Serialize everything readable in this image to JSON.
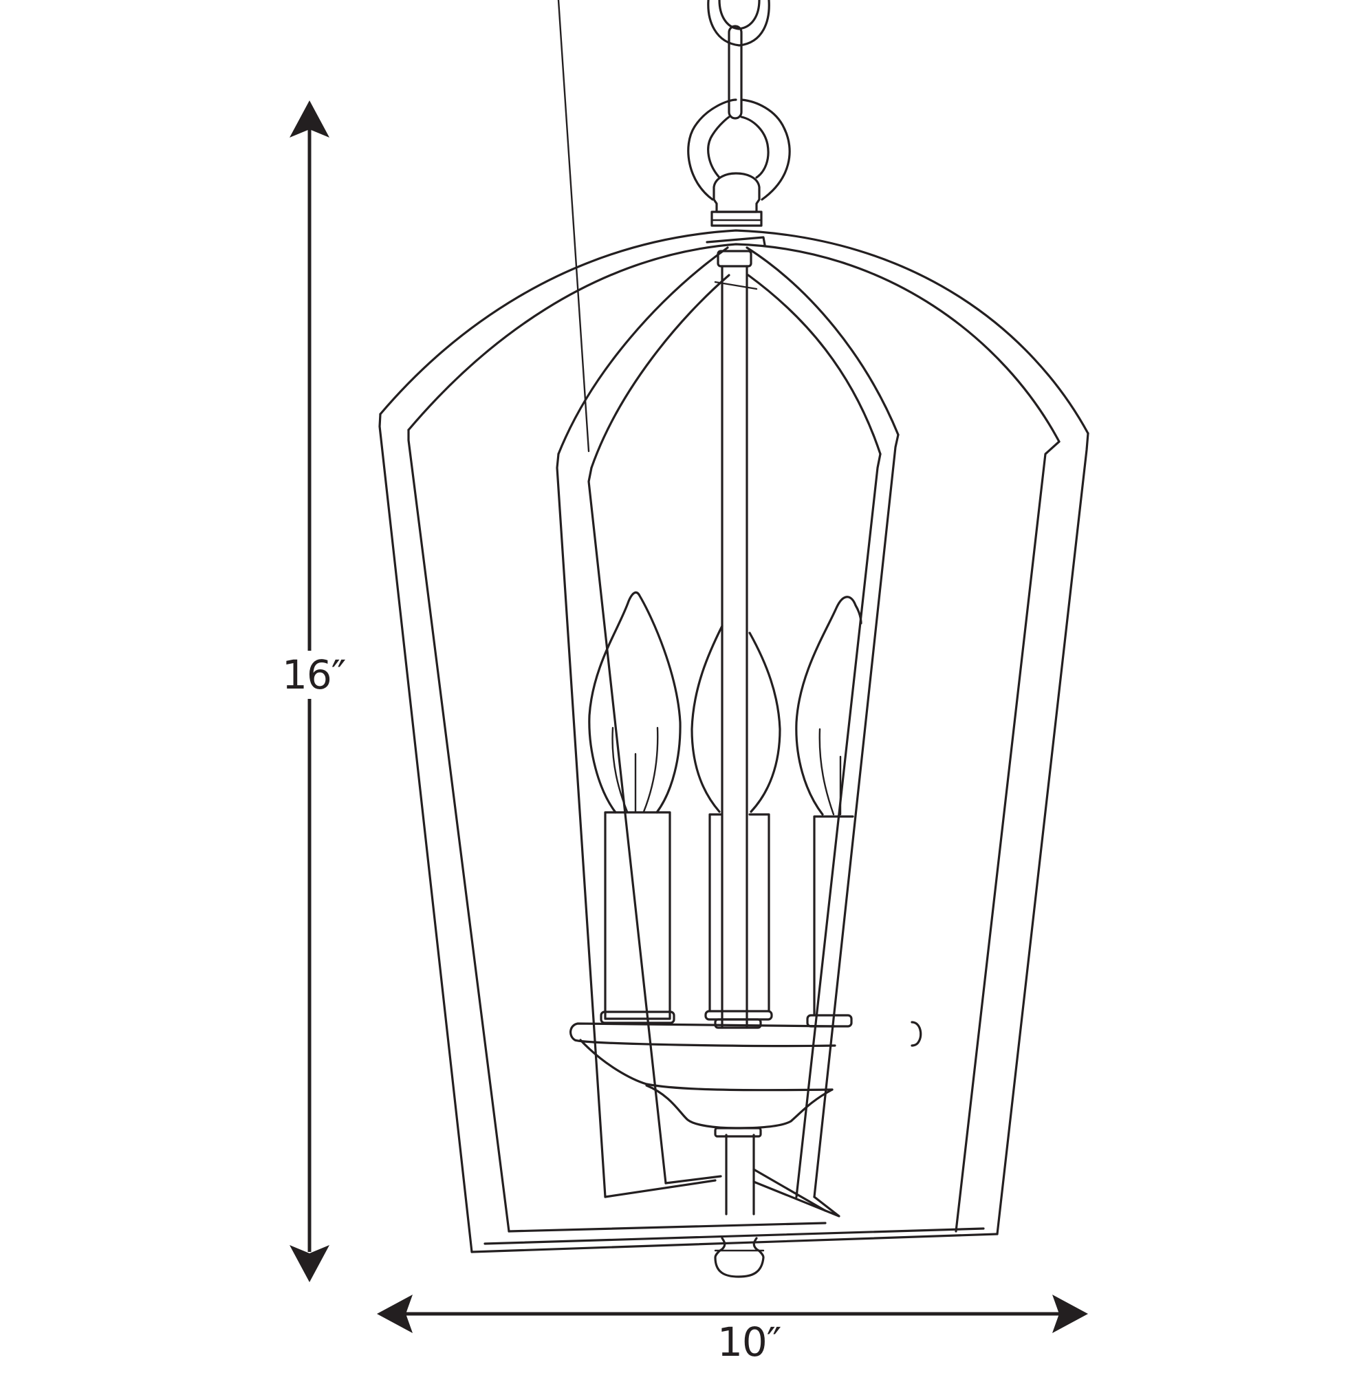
{
  "figure": {
    "subject": "three-light foyer lantern pendant",
    "style": "black line drawing on white",
    "colors": {
      "line": "#231f20",
      "background": "#ffffff"
    }
  },
  "dimensions": {
    "height": {
      "label": "16″",
      "orientation": "vertical",
      "value_in": 16
    },
    "width": {
      "label": "10″",
      "orientation": "horizontal",
      "value_in": 10
    }
  },
  "components": {
    "chain": "chain-link",
    "loop": "hanging-loop",
    "canopy_cap": "cap-finial",
    "frame": "outer-cage-frame",
    "inner_frame": "inner-cage-frame",
    "center_rod": "center-stem",
    "bulbs": [
      "left-candle-bulb",
      "center-candle-bulb",
      "right-candle-bulb"
    ],
    "sockets": [
      "left-candle-sleeve",
      "center-candle-sleeve",
      "right-candle-sleeve"
    ],
    "cup": "bobeche-cup",
    "finial": "bottom-finial"
  }
}
